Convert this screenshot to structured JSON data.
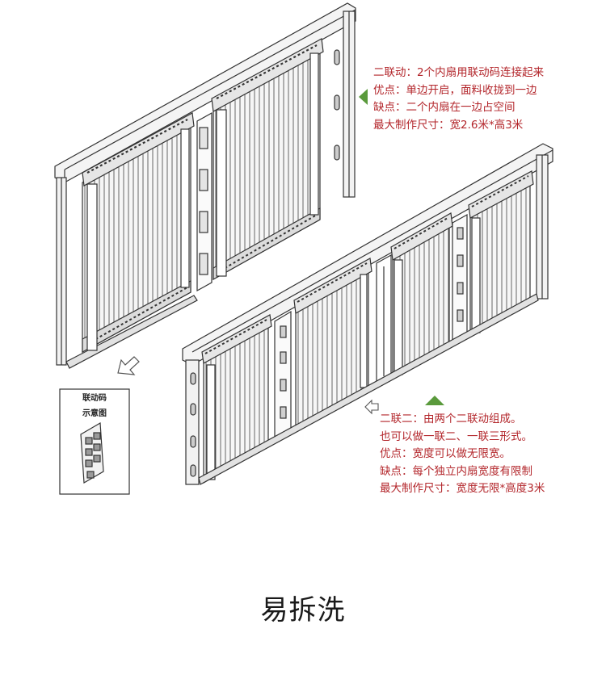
{
  "top_note": {
    "lines": [
      "二联动：2个内扇用联动码连接起来",
      "优点：单边开启，面料收拢到一边",
      "缺点：二个内扇在一边占空间",
      "最大制作尺寸：宽2.6米*高3米"
    ]
  },
  "bottom_note": {
    "lines": [
      "二联二：由两个二联动组成。",
      "也可以做一联二、一联三形式。",
      "优点：宽度可以做无限宽。",
      "缺点：每个独立内扇宽度有限制",
      "最大制作尺寸：宽度无限*高度3米"
    ]
  },
  "legend": {
    "lines": [
      "联动码",
      "示意图"
    ]
  },
  "headline": "易拆洗",
  "colors": {
    "note_text": "#b3262b",
    "marker_green": "#5a9a3c",
    "line": "#333333"
  },
  "icons": [
    "green-triangle-left",
    "green-triangle-up",
    "outline-arrow-down-left",
    "outline-arrow-left"
  ]
}
